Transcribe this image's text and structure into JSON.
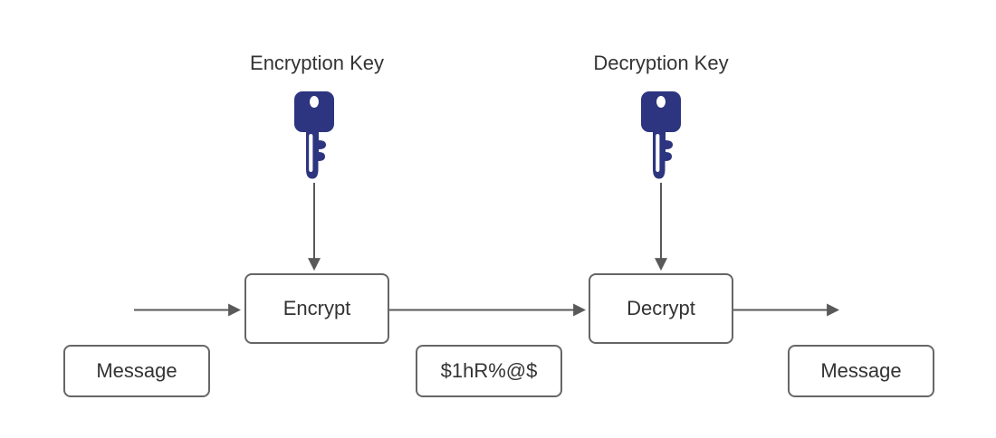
{
  "diagram": {
    "encryption_key": {
      "label": "Encryption Key",
      "icon": "key-icon"
    },
    "decryption_key": {
      "label": "Decryption Key",
      "icon": "key-icon"
    },
    "nodes": {
      "message_in": {
        "label": "Message"
      },
      "encrypt": {
        "label": "Encrypt"
      },
      "ciphertext": {
        "label": "$1hR%@$"
      },
      "decrypt": {
        "label": "Decrypt"
      },
      "message_out": {
        "label": "Message"
      }
    }
  },
  "colors": {
    "key": "#2d3580",
    "arrow": "#595959",
    "box_border": "#666666",
    "text": "#333333",
    "background": "#ffffff"
  }
}
